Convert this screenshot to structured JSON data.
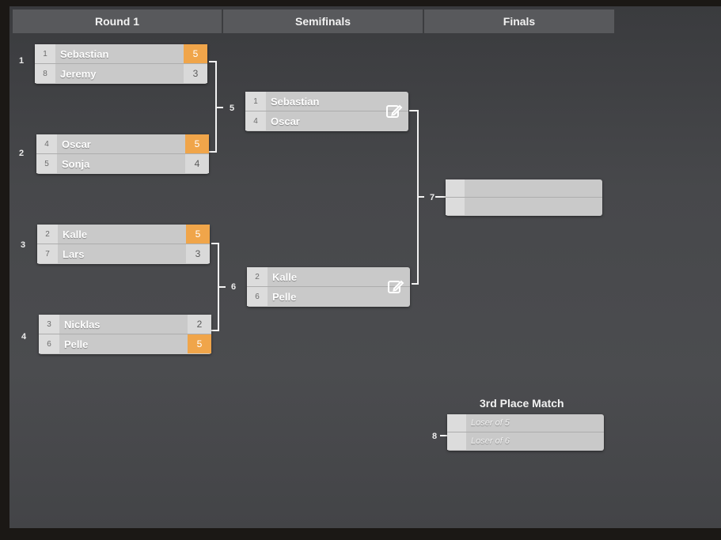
{
  "headers": {
    "round1": "Round 1",
    "semifinals": "Semifinals",
    "finals": "Finals"
  },
  "round1": [
    {
      "number": "1",
      "players": [
        {
          "seed": "1",
          "name": "Sebastian",
          "score": "5",
          "winner": true
        },
        {
          "seed": "8",
          "name": "Jeremy",
          "score": "3",
          "winner": false
        }
      ]
    },
    {
      "number": "2",
      "players": [
        {
          "seed": "4",
          "name": "Oscar",
          "score": "5",
          "winner": true
        },
        {
          "seed": "5",
          "name": "Sonja",
          "score": "4",
          "winner": false
        }
      ]
    },
    {
      "number": "3",
      "players": [
        {
          "seed": "2",
          "name": "Kalle",
          "score": "5",
          "winner": true
        },
        {
          "seed": "7",
          "name": "Lars",
          "score": "3",
          "winner": false
        }
      ]
    },
    {
      "number": "4",
      "players": [
        {
          "seed": "3",
          "name": "Nicklas",
          "score": "2",
          "winner": false
        },
        {
          "seed": "6",
          "name": "Pelle",
          "score": "5",
          "winner": true
        }
      ]
    }
  ],
  "semifinals": [
    {
      "number": "5",
      "players": [
        {
          "seed": "1",
          "name": "Sebastian"
        },
        {
          "seed": "4",
          "name": "Oscar"
        }
      ]
    },
    {
      "number": "6",
      "players": [
        {
          "seed": "2",
          "name": "Kalle"
        },
        {
          "seed": "6",
          "name": "Pelle"
        }
      ]
    }
  ],
  "final": {
    "number": "7"
  },
  "third_place": {
    "title": "3rd Place Match",
    "number": "8",
    "slots": [
      "Loser of 5",
      "Loser of 6"
    ]
  },
  "icons": {
    "edit": "edit-pencil-icon"
  },
  "colors": {
    "winner_score": "#f0a54a",
    "panel": "#c9c9c9",
    "background": "#47484b"
  }
}
